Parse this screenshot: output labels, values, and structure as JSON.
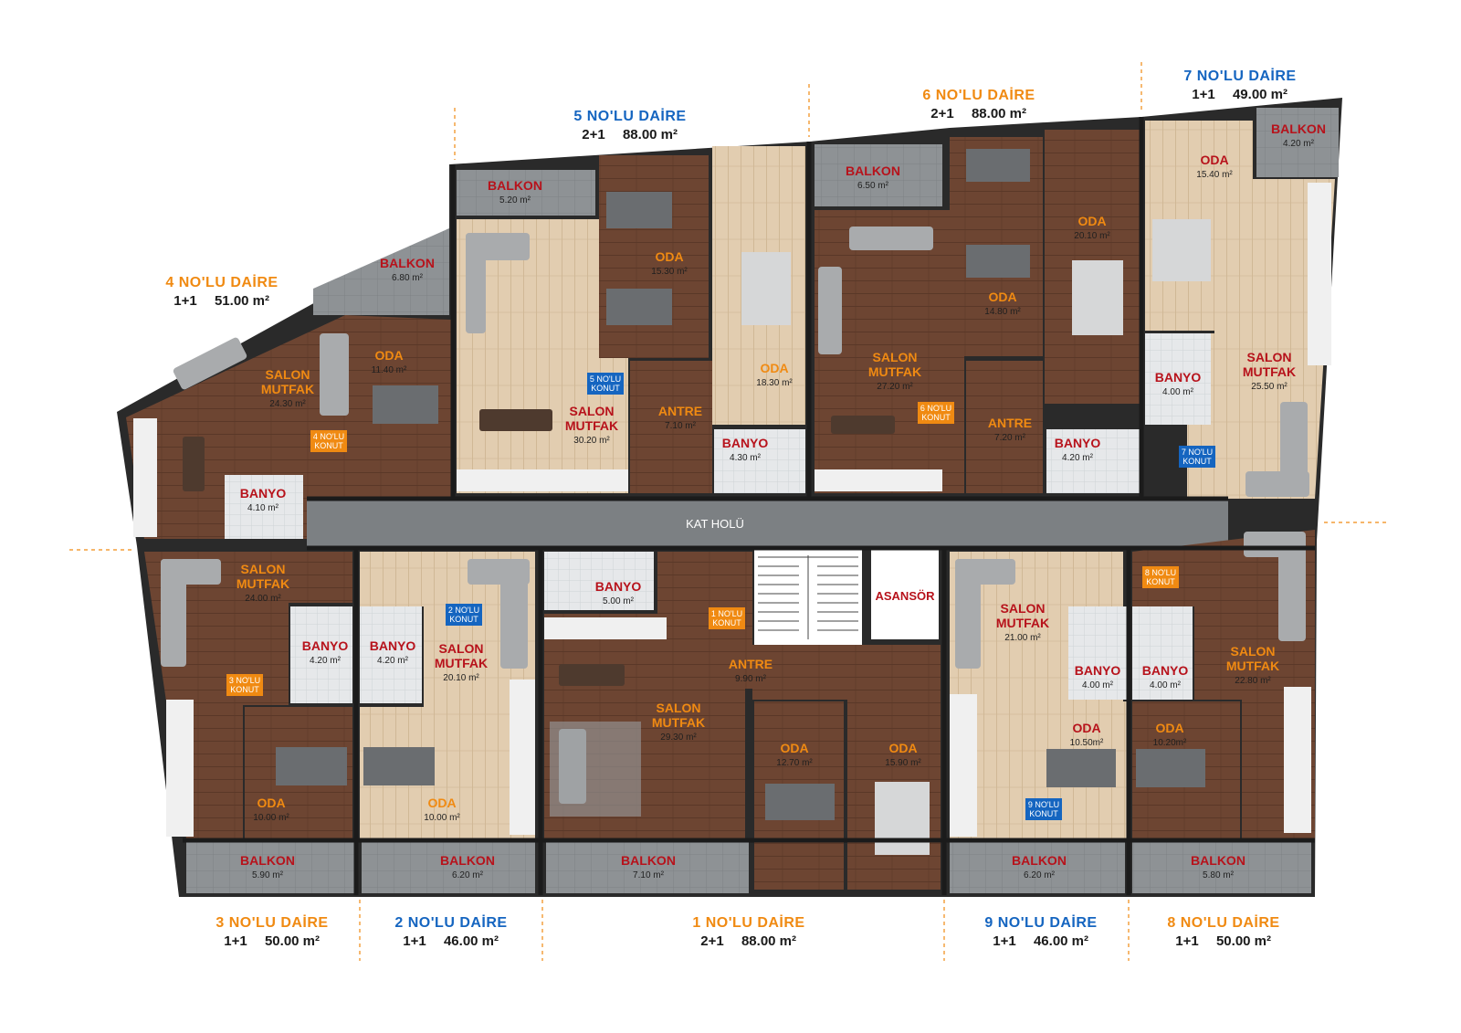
{
  "colors": {
    "orange": "#f08a12",
    "blue": "#1565c0",
    "room_red": "#b7121b",
    "wall": "#1b1b1b",
    "wood_dark": "#6d4532",
    "wood_light": "#e2cdb0",
    "balcony": "#8e9295",
    "hall": "#7c8083"
  },
  "apartments": [
    {
      "id": "apt5",
      "title": "5 NO'LU DAİRE",
      "type": "2+1",
      "area": "88.00 m²",
      "title_color": "blue",
      "badge": "5 NO'LU\nKONUT",
      "badge_color": "blue"
    },
    {
      "id": "apt6",
      "title": "6 NO'LU DAİRE",
      "type": "2+1",
      "area": "88.00 m²",
      "title_color": "orange",
      "badge": "6 NO'LU\nKONUT",
      "badge_color": "orange"
    },
    {
      "id": "apt7",
      "title": "7 NO'LU DAİRE",
      "type": "1+1",
      "area": "49.00 m²",
      "title_color": "blue",
      "badge": "7 NO'LU\nKONUT",
      "badge_color": "blue"
    },
    {
      "id": "apt4",
      "title": "4 NO'LU DAİRE",
      "type": "1+1",
      "area": "51.00 m²",
      "title_color": "orange",
      "badge": "4 NO'LU\nKONUT",
      "badge_color": "orange"
    },
    {
      "id": "apt3",
      "title": "3 NO'LU DAİRE",
      "type": "1+1",
      "area": "50.00 m²",
      "title_color": "orange",
      "badge": "3 NO'LU\nKONUT",
      "badge_color": "orange"
    },
    {
      "id": "apt2",
      "title": "2 NO'LU DAİRE",
      "type": "1+1",
      "area": "46.00 m²",
      "title_color": "blue",
      "badge": "2 NO'LU\nKONUT",
      "badge_color": "blue"
    },
    {
      "id": "apt1",
      "title": "1 NO'LU DAİRE",
      "type": "2+1",
      "area": "88.00 m²",
      "title_color": "orange",
      "badge": "1 NO'LU\nKONUT",
      "badge_color": "orange"
    },
    {
      "id": "apt9",
      "title": "9 NO'LU DAİRE",
      "type": "1+1",
      "area": "46.00 m²",
      "title_color": "blue",
      "badge": "9 NO'LU\nKONUT",
      "badge_color": "blue"
    },
    {
      "id": "apt8",
      "title": "8 NO'LU DAİRE",
      "type": "1+1",
      "area": "50.00 m²",
      "title_color": "orange",
      "badge": "8 NO'LU\nKONUT",
      "badge_color": "orange"
    }
  ],
  "rooms": [
    {
      "key": "apt5_balkon",
      "name": "BALKON",
      "area": "5.20 m²"
    },
    {
      "key": "apt5_oda1",
      "name": "ODA",
      "area": "15.30 m²"
    },
    {
      "key": "apt5_oda2",
      "name": "ODA",
      "area": "18.30 m²"
    },
    {
      "key": "apt5_salon",
      "name": "SALON\nMUTFAK",
      "area": "30.20 m²"
    },
    {
      "key": "apt5_antre",
      "name": "ANTRE",
      "area": "7.10 m²"
    },
    {
      "key": "apt5_banyo",
      "name": "BANYO",
      "area": "4.30 m²"
    },
    {
      "key": "apt6_balkon",
      "name": "BALKON",
      "area": "6.50 m²"
    },
    {
      "key": "apt6_oda1",
      "name": "ODA",
      "area": "14.80 m²"
    },
    {
      "key": "apt6_oda2",
      "name": "ODA",
      "area": "20.10 m²"
    },
    {
      "key": "apt6_salon",
      "name": "SALON\nMUTFAK",
      "area": "27.20 m²"
    },
    {
      "key": "apt6_antre",
      "name": "ANTRE",
      "area": "7.20 m²"
    },
    {
      "key": "apt6_banyo",
      "name": "BANYO",
      "area": "4.20 m²"
    },
    {
      "key": "apt7_balkon",
      "name": "BALKON",
      "area": "4.20 m²"
    },
    {
      "key": "apt7_oda",
      "name": "ODA",
      "area": "15.40 m²"
    },
    {
      "key": "apt7_banyo",
      "name": "BANYO",
      "area": "4.00 m²"
    },
    {
      "key": "apt7_salon",
      "name": "SALON\nMUTFAK",
      "area": "25.50 m²"
    },
    {
      "key": "apt4_balkon",
      "name": "BALKON",
      "area": "6.80 m²"
    },
    {
      "key": "apt4_salon",
      "name": "SALON\nMUTFAK",
      "area": "24.30 m²"
    },
    {
      "key": "apt4_oda",
      "name": "ODA",
      "area": "11.40 m²"
    },
    {
      "key": "apt4_banyo",
      "name": "BANYO",
      "area": "4.10 m²"
    },
    {
      "key": "apt3_salon",
      "name": "SALON\nMUTFAK",
      "area": "24.00 m²"
    },
    {
      "key": "apt3_banyo",
      "name": "BANYO",
      "area": "4.20 m²"
    },
    {
      "key": "apt3_oda",
      "name": "ODA",
      "area": "10.00 m²"
    },
    {
      "key": "apt3_balkon",
      "name": "BALKON",
      "area": "5.90 m²"
    },
    {
      "key": "apt2_banyo",
      "name": "BANYO",
      "area": "4.20 m²"
    },
    {
      "key": "apt2_salon",
      "name": "SALON\nMUTFAK",
      "area": "20.10 m²"
    },
    {
      "key": "apt2_oda",
      "name": "ODA",
      "area": "10.00 m²"
    },
    {
      "key": "apt2_balkon",
      "name": "BALKON",
      "area": "6.20 m²"
    },
    {
      "key": "apt1_banyo",
      "name": "BANYO",
      "area": "5.00 m²"
    },
    {
      "key": "apt1_salon",
      "name": "SALON\nMUTFAK",
      "area": "29.30 m²"
    },
    {
      "key": "apt1_antre",
      "name": "ANTRE",
      "area": "9.90 m²"
    },
    {
      "key": "apt1_oda1",
      "name": "ODA",
      "area": "12.70 m²"
    },
    {
      "key": "apt1_oda2",
      "name": "ODA",
      "area": "15.90 m²"
    },
    {
      "key": "apt1_balkon",
      "name": "BALKON",
      "area": "7.10 m²"
    },
    {
      "key": "apt9_salon",
      "name": "SALON\nMUTFAK",
      "area": "21.00 m²"
    },
    {
      "key": "apt9_banyo",
      "name": "BANYO",
      "area": "4.00 m²"
    },
    {
      "key": "apt9_oda",
      "name": "ODA",
      "area": "10.50m²"
    },
    {
      "key": "apt9_balkon",
      "name": "BALKON",
      "area": "6.20 m²"
    },
    {
      "key": "apt8_banyo",
      "name": "BANYO",
      "area": "4.00 m²"
    },
    {
      "key": "apt8_salon",
      "name": "SALON\nMUTFAK",
      "area": "22.80 m²"
    },
    {
      "key": "apt8_oda",
      "name": "ODA",
      "area": "10.20m²"
    },
    {
      "key": "apt8_balkon",
      "name": "BALKON",
      "area": "5.80 m²"
    }
  ],
  "common": {
    "hall_label": "KAT HOLÜ",
    "elevator_label": "ASANSÖR"
  }
}
